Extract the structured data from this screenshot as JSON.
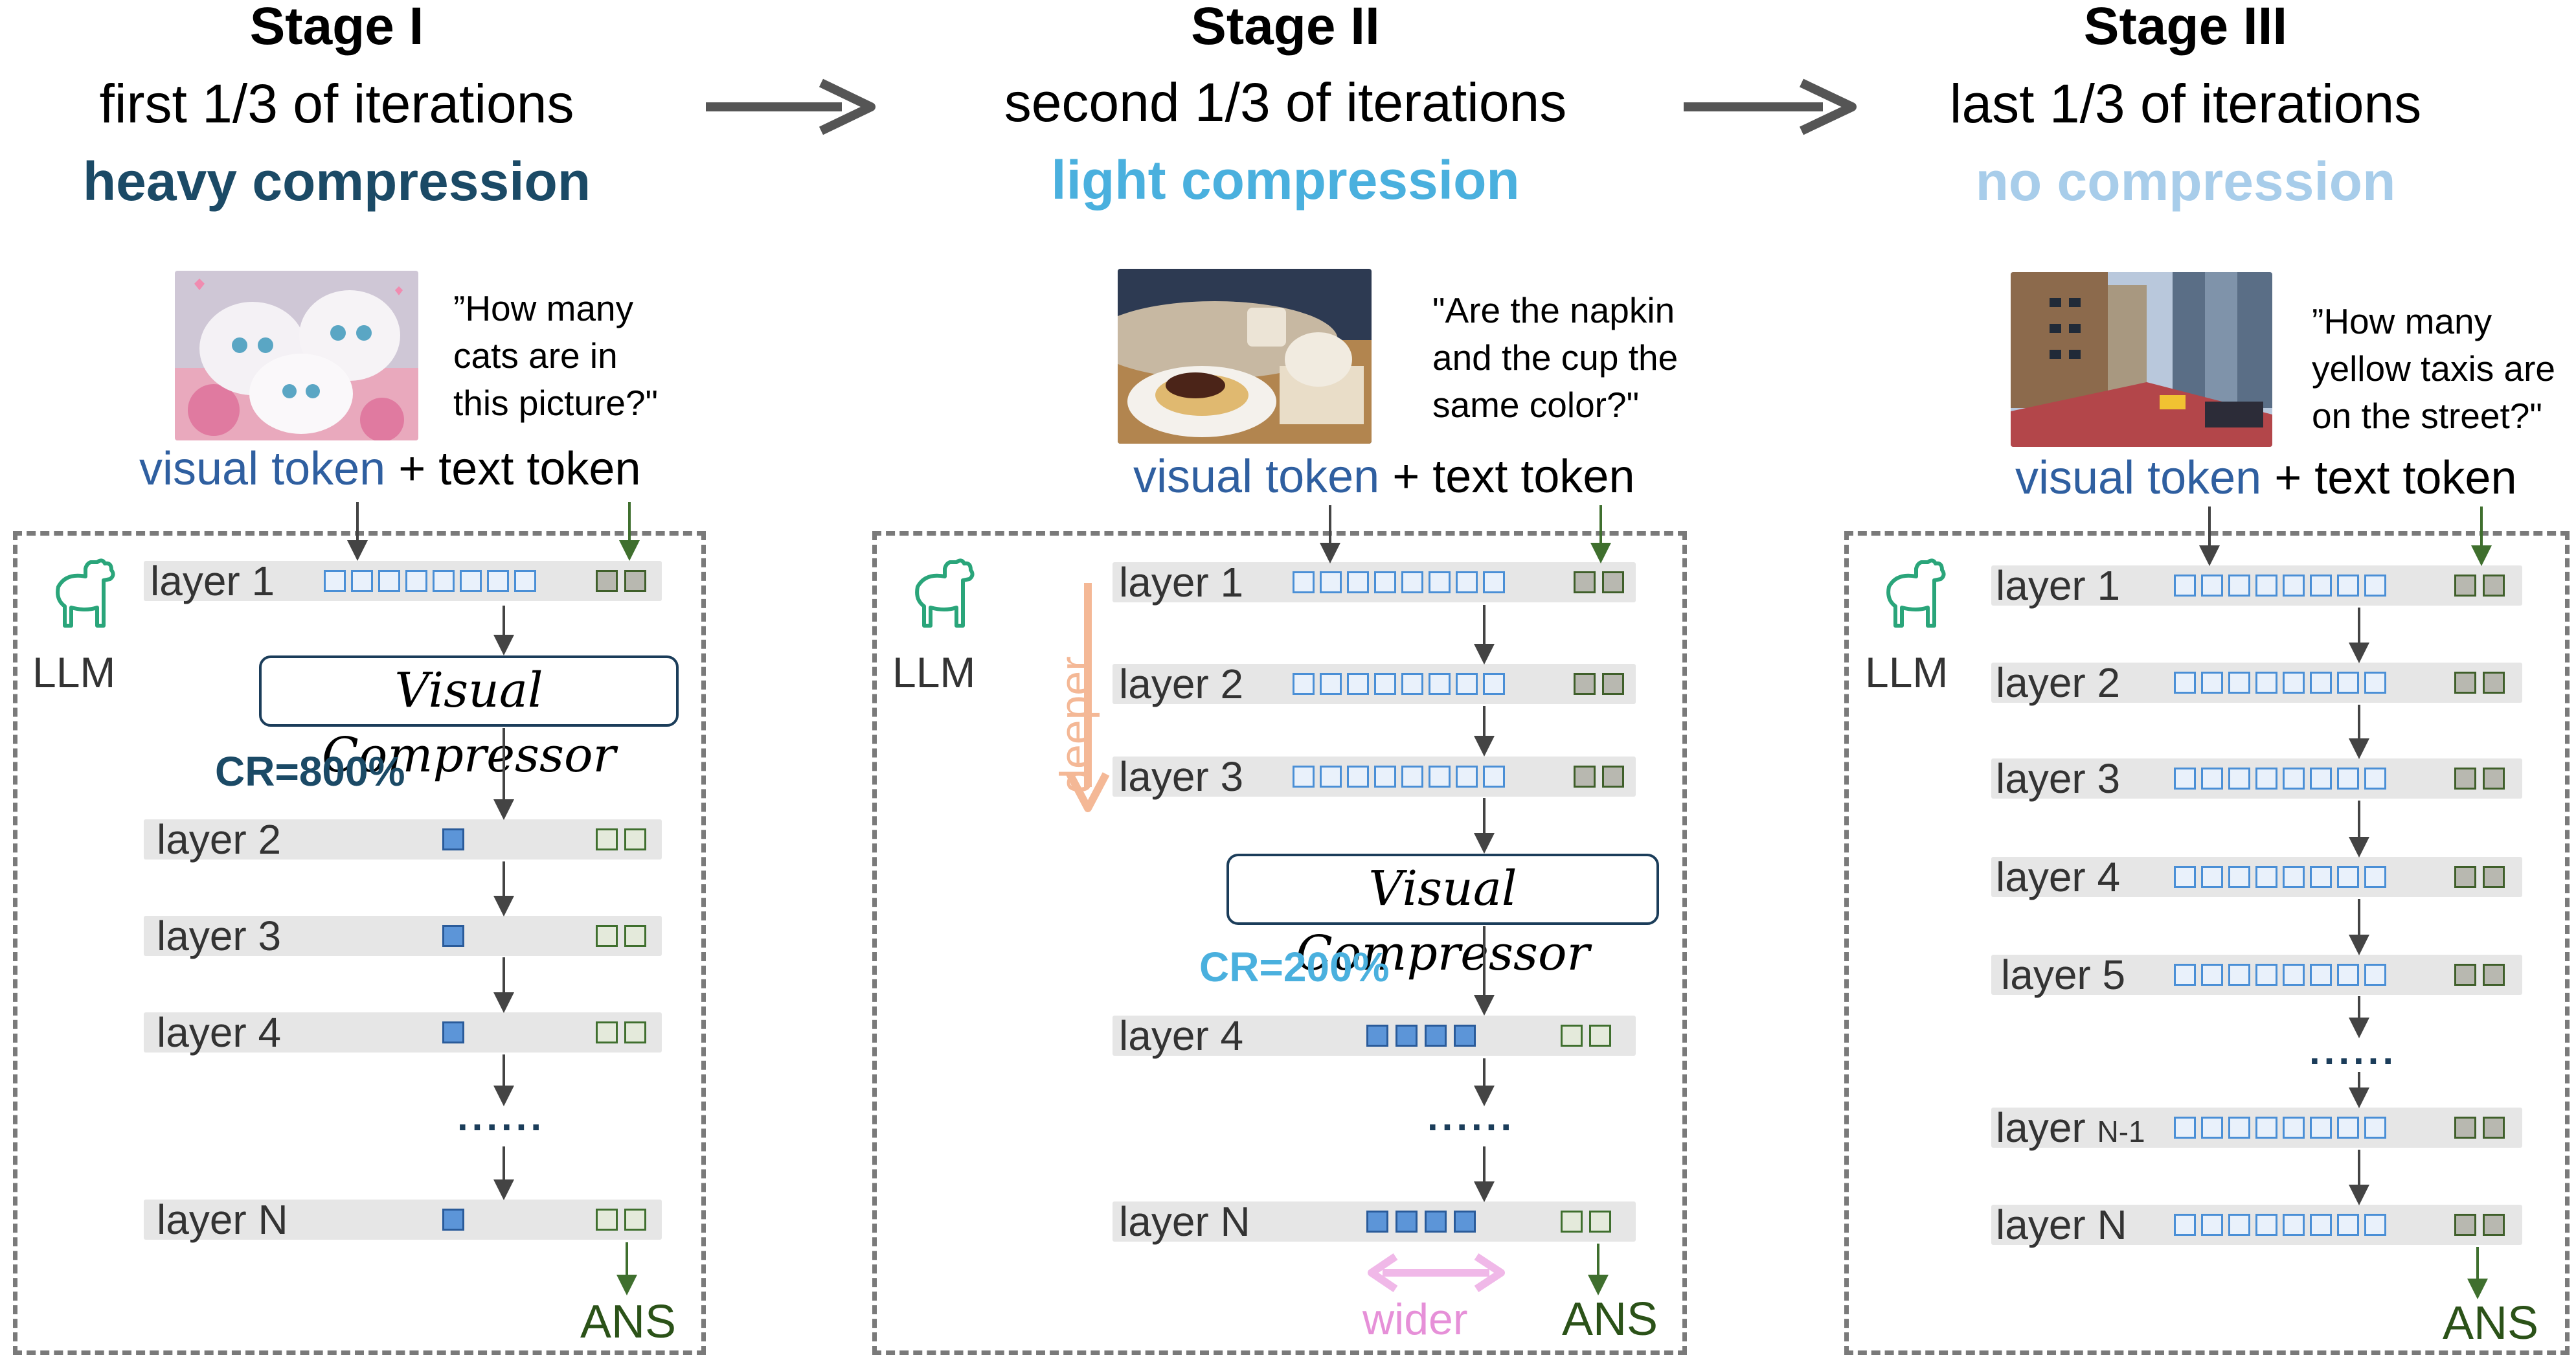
{
  "colors": {
    "heavy": "#1b4a66",
    "light": "#4ab0de",
    "none": "#a8cdea",
    "visual_token": "#2f5fa0",
    "cr_heavy": "#1b4a66",
    "cr_light": "#4ab0de",
    "deeper": "#f4b896",
    "wider": "#e690d8",
    "ans": "#2b5218",
    "arrow": "#555555"
  },
  "stages": [
    {
      "title": "Stage I",
      "subtitle": "first 1/3 of iterations",
      "mode": "heavy compression",
      "image_icon": "kittens-photo",
      "question": [
        "”How many",
        "cats are in",
        "this picture?\""
      ],
      "token_visual": "visual token",
      "token_plus": "+",
      "token_text": "text token",
      "llm_label": "LLM",
      "compressor": "Visual Compressor",
      "cr": "CR=800%",
      "layers": [
        "layer 1",
        "layer 2",
        "layer 3",
        "layer 4",
        "layer N"
      ],
      "dots": "......",
      "ans": "ANS"
    },
    {
      "title": "Stage II",
      "subtitle": "second 1/3 of iterations",
      "mode": "light compression",
      "image_icon": "dessert-table-photo",
      "question": [
        "\"Are the napkin",
        "and the cup the",
        "same color?\""
      ],
      "token_visual": "visual token",
      "token_plus": "+",
      "token_text": "text token",
      "llm_label": "LLM",
      "deeper": "deeper",
      "compressor": "Visual Compressor",
      "cr": "CR=200%",
      "layers": [
        "layer 1",
        "layer 2",
        "layer 3",
        "layer 4",
        "layer N"
      ],
      "dots": "......",
      "wider": "wider",
      "ans": "ANS"
    },
    {
      "title": "Stage III",
      "subtitle": "last 1/3 of iterations",
      "mode": "no compression",
      "image_icon": "city-street-photo",
      "question": [
        "”How many",
        "yellow taxis are",
        "on the street?\""
      ],
      "token_visual": "visual token",
      "token_plus": "+",
      "token_text": "text token",
      "llm_label": "LLM",
      "layers": [
        "layer 1",
        "layer 2",
        "layer 3",
        "layer 4",
        "layer 5",
        "layer",
        "layer N"
      ],
      "layer_n1_sub": "N-1",
      "dots": "......",
      "ans": "ANS"
    }
  ]
}
